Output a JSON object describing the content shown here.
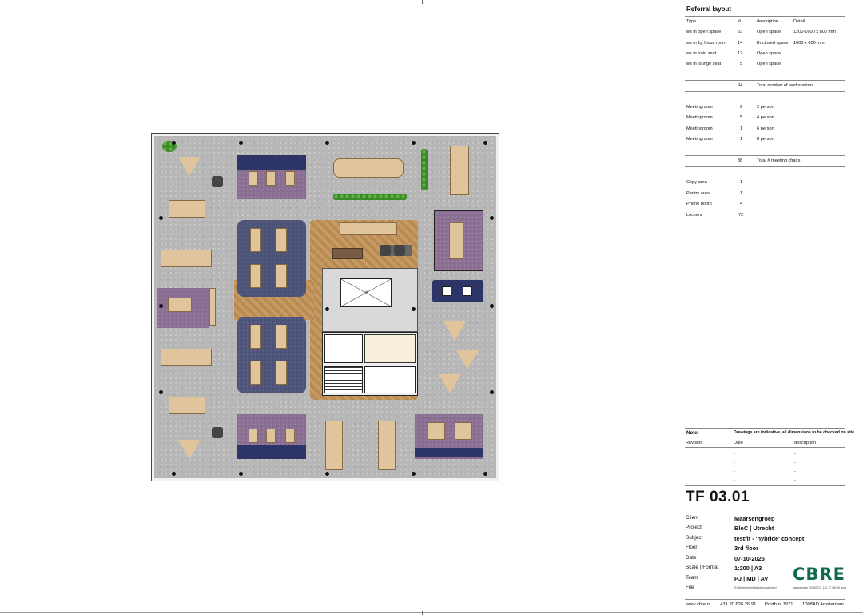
{
  "referral": {
    "title": "Referral layout",
    "headers": [
      "Type",
      "#",
      "description",
      "Detail"
    ],
    "rows": [
      {
        "type": "ws in open space",
        "count": "63",
        "desc": "Open space",
        "detail": "1200-1600 x 800 mm"
      },
      {
        "type": "ws in 1p focus room",
        "count": "14",
        "desc": "Enclosed space",
        "detail": "1600 x 800 mm"
      },
      {
        "type": "ws in train seat",
        "count": "12",
        "desc": "Open space",
        "detail": ""
      },
      {
        "type": "ws in lounge seat",
        "count": "5",
        "desc": "Open space",
        "detail": ""
      }
    ],
    "total_ws": {
      "count": "94",
      "label": "Total number of workstations"
    }
  },
  "meetings": {
    "rows": [
      {
        "type": "Meetingroom",
        "count": "2",
        "desc": "2 person"
      },
      {
        "type": "Meetingroom",
        "count": "5",
        "desc": "4 person"
      },
      {
        "type": "Meetingroom",
        "count": "1",
        "desc": "6 person"
      },
      {
        "type": "Meetingroom",
        "count": "1",
        "desc": "8 person"
      }
    ],
    "total": {
      "count": "38",
      "label": "Total # meeting chairs"
    }
  },
  "facilities": [
    {
      "type": "Copy area",
      "count": "1"
    },
    {
      "type": "Pantry area",
      "count": "1"
    },
    {
      "type": "Phone booth",
      "count": "4"
    },
    {
      "type": "Lockers",
      "count": "72"
    }
  ],
  "note": {
    "label": "Note:",
    "text": "Drawings are indicative, all dimensions to be checked on site",
    "revision_headers": [
      "Revision",
      "Date",
      "description"
    ],
    "revision_rows": [
      [
        "-",
        "-"
      ],
      [
        "-",
        "-"
      ],
      [
        "-",
        "-"
      ],
      [
        "-",
        "-"
      ]
    ]
  },
  "drawing": {
    "code": "TF 03.01",
    "fields": [
      {
        "label": "Client",
        "value": "Maarsengroep"
      },
      {
        "label": "Project",
        "value": "BloC | Utrecht"
      },
      {
        "label": "Subject",
        "value": "testfit - 'hybride' concept"
      },
      {
        "label": "Floor",
        "value": "3rd floor"
      },
      {
        "label": "Date",
        "value": "07-10-2025"
      },
      {
        "label": "Scale | Format",
        "value": "1:200 | A3"
      },
      {
        "label": "Team",
        "value": "PJ | MD | AV"
      },
      {
        "label": "File",
        "value": "S:\\Algemeen\\Klanten\\projecten\\"
      }
    ],
    "file_stamp": "aangepast 20250721 1\\2.17 08.05 dwg"
  },
  "logo": "CBRE",
  "footer": {
    "web": "www.cbre.nl",
    "phone": "+31 20 626 26 91",
    "postbus": "Postbus 7971",
    "city": "1008AD Amsterdam"
  },
  "plan": {
    "core_label": "Lift"
  }
}
